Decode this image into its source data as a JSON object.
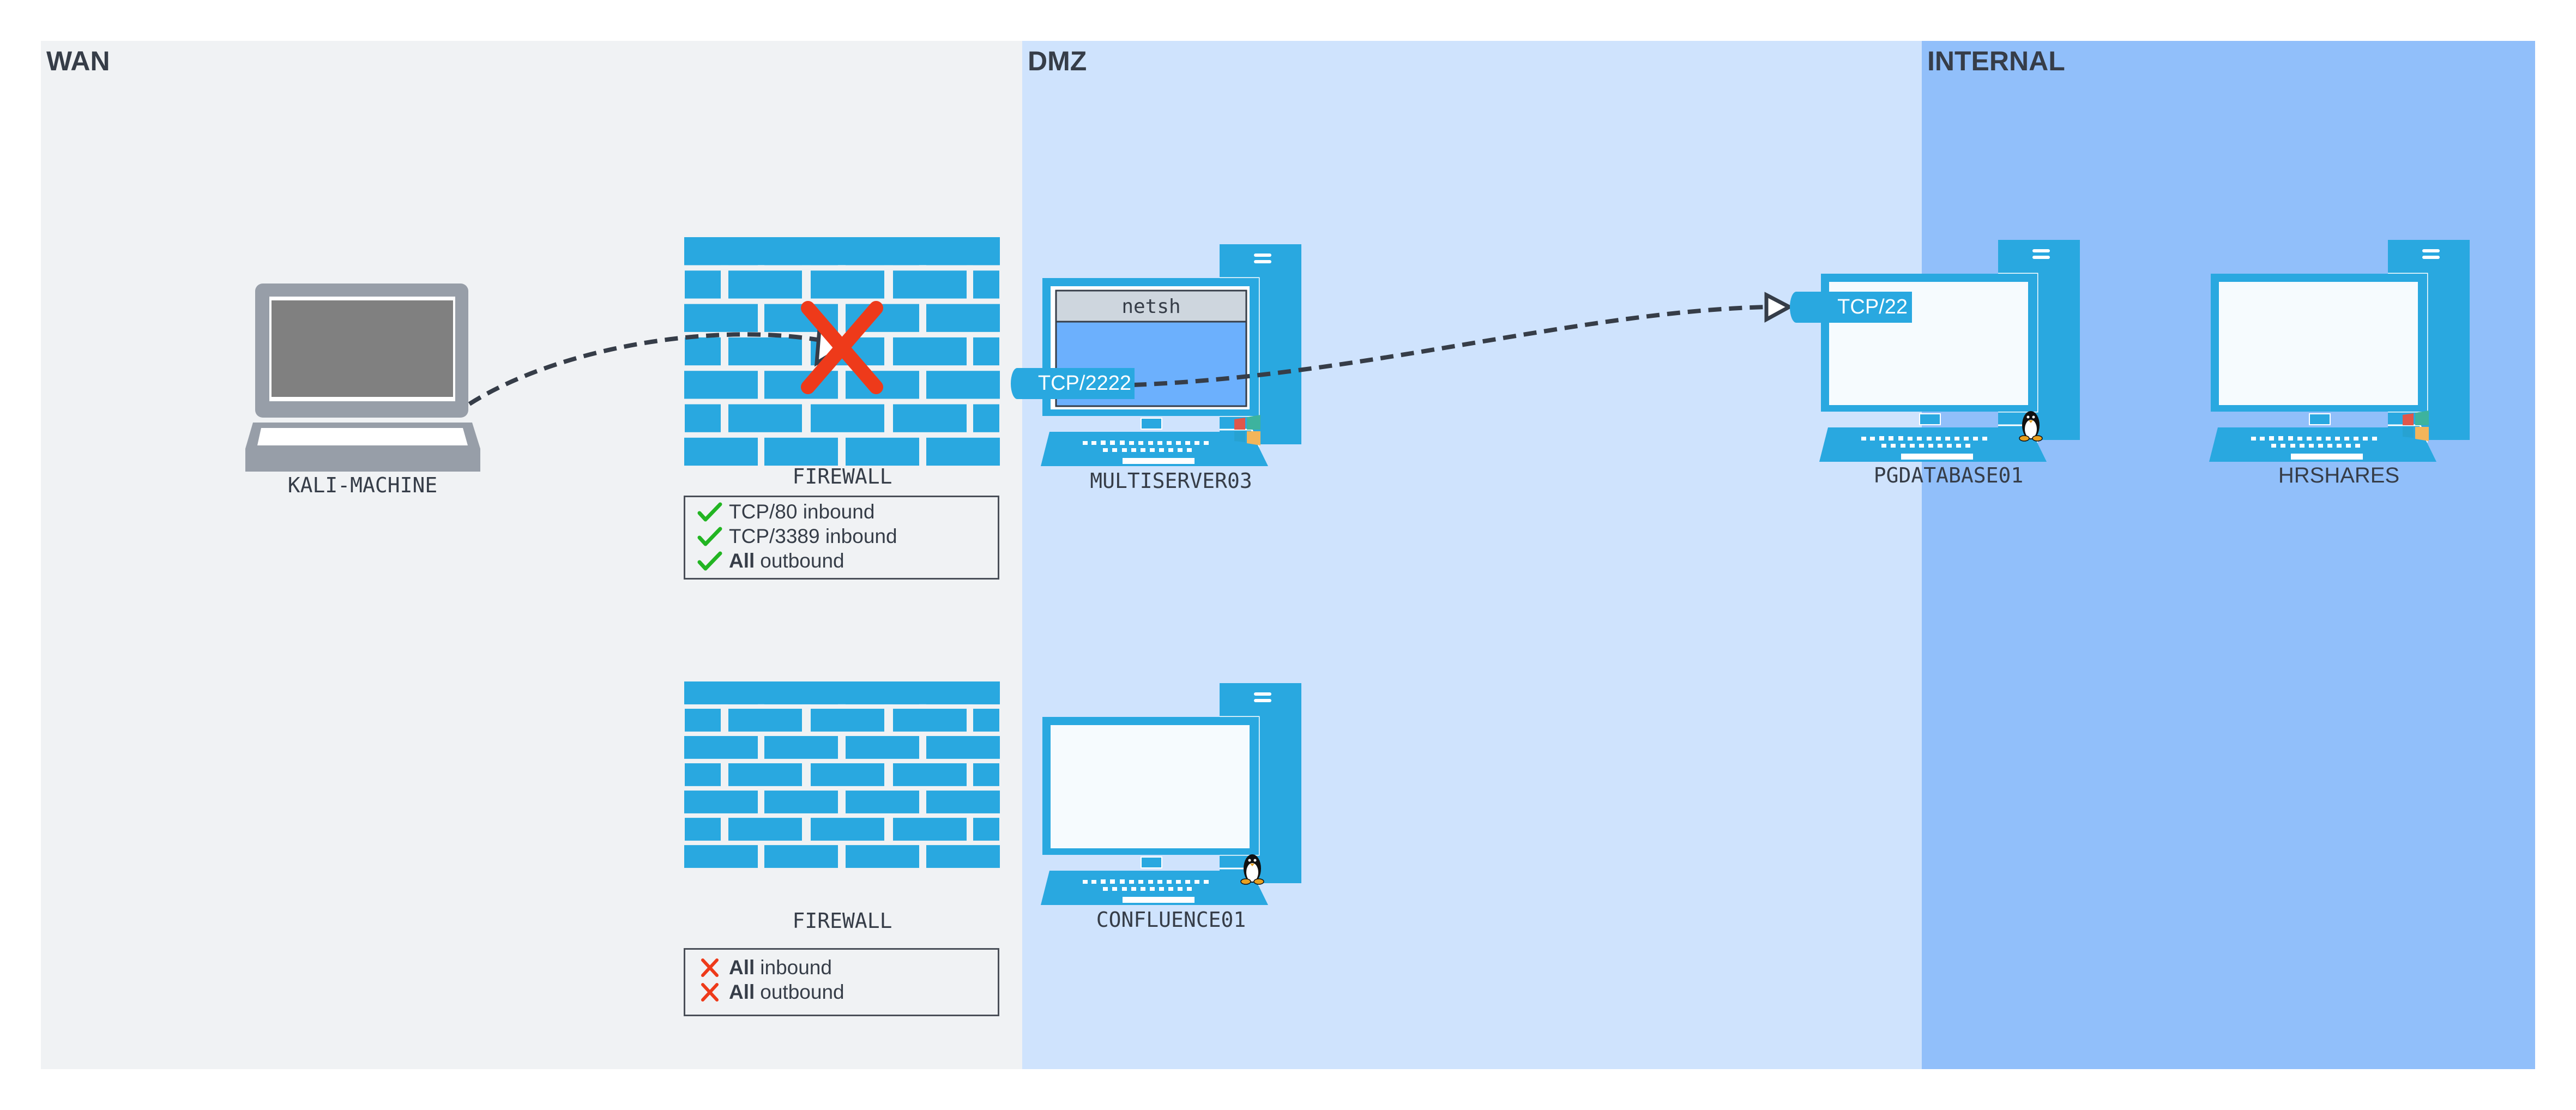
{
  "zones": [
    {
      "id": "wan",
      "title": "WAN",
      "color": "#f0f2f4"
    },
    {
      "id": "dmz",
      "title": "DMZ",
      "color": "#cfe3fd"
    },
    {
      "id": "internal",
      "title": "INTERNAL",
      "color": "#91bffa"
    }
  ],
  "nodes": {
    "kali": {
      "label": "KALI-MACHINE",
      "type": "laptop"
    },
    "firewall_top": {
      "label": "FIREWALL",
      "type": "firewall",
      "blocked": true
    },
    "firewall_bottom": {
      "label": "FIREWALL",
      "type": "firewall",
      "blocked": false
    },
    "multiserver": {
      "label": "MULTISERVER03",
      "type": "computer",
      "os": "windows",
      "window_title": "netsh"
    },
    "confluence": {
      "label": "CONFLUENCE01",
      "type": "computer",
      "os": "linux"
    },
    "pgdatabase": {
      "label": "PGDATABASE01",
      "type": "computer",
      "os": "linux"
    },
    "hrshares": {
      "label": "HRSHARES",
      "type": "computer",
      "os": "windows"
    }
  },
  "rules_top": [
    {
      "status": "allow",
      "bold": "",
      "text": "TCP/80 inbound"
    },
    {
      "status": "allow",
      "bold": "",
      "text": "TCP/3389 inbound"
    },
    {
      "status": "allow",
      "bold": "All",
      "text": "outbound"
    }
  ],
  "rules_bottom": [
    {
      "status": "deny",
      "bold": "All",
      "text": "inbound"
    },
    {
      "status": "deny",
      "bold": "All",
      "text": "outbound"
    }
  ],
  "connections": [
    {
      "from": "KALI-MACHINE",
      "to": "FIREWALL",
      "style": "dashed",
      "blocked": true
    },
    {
      "from": "MULTISERVER03",
      "to": "PGDATABASE01",
      "style": "dashed",
      "source_port": "TCP/2222",
      "target_port": "TCP/22"
    }
  ],
  "ports": {
    "multiserver_listen": "TCP/2222",
    "pgdatabase_listen": "TCP/22"
  },
  "colors": {
    "device": "#29a8e0",
    "laptop": "#979ea8",
    "text": "#363d48",
    "allow": "#22b522",
    "deny": "#ee3a1a"
  }
}
